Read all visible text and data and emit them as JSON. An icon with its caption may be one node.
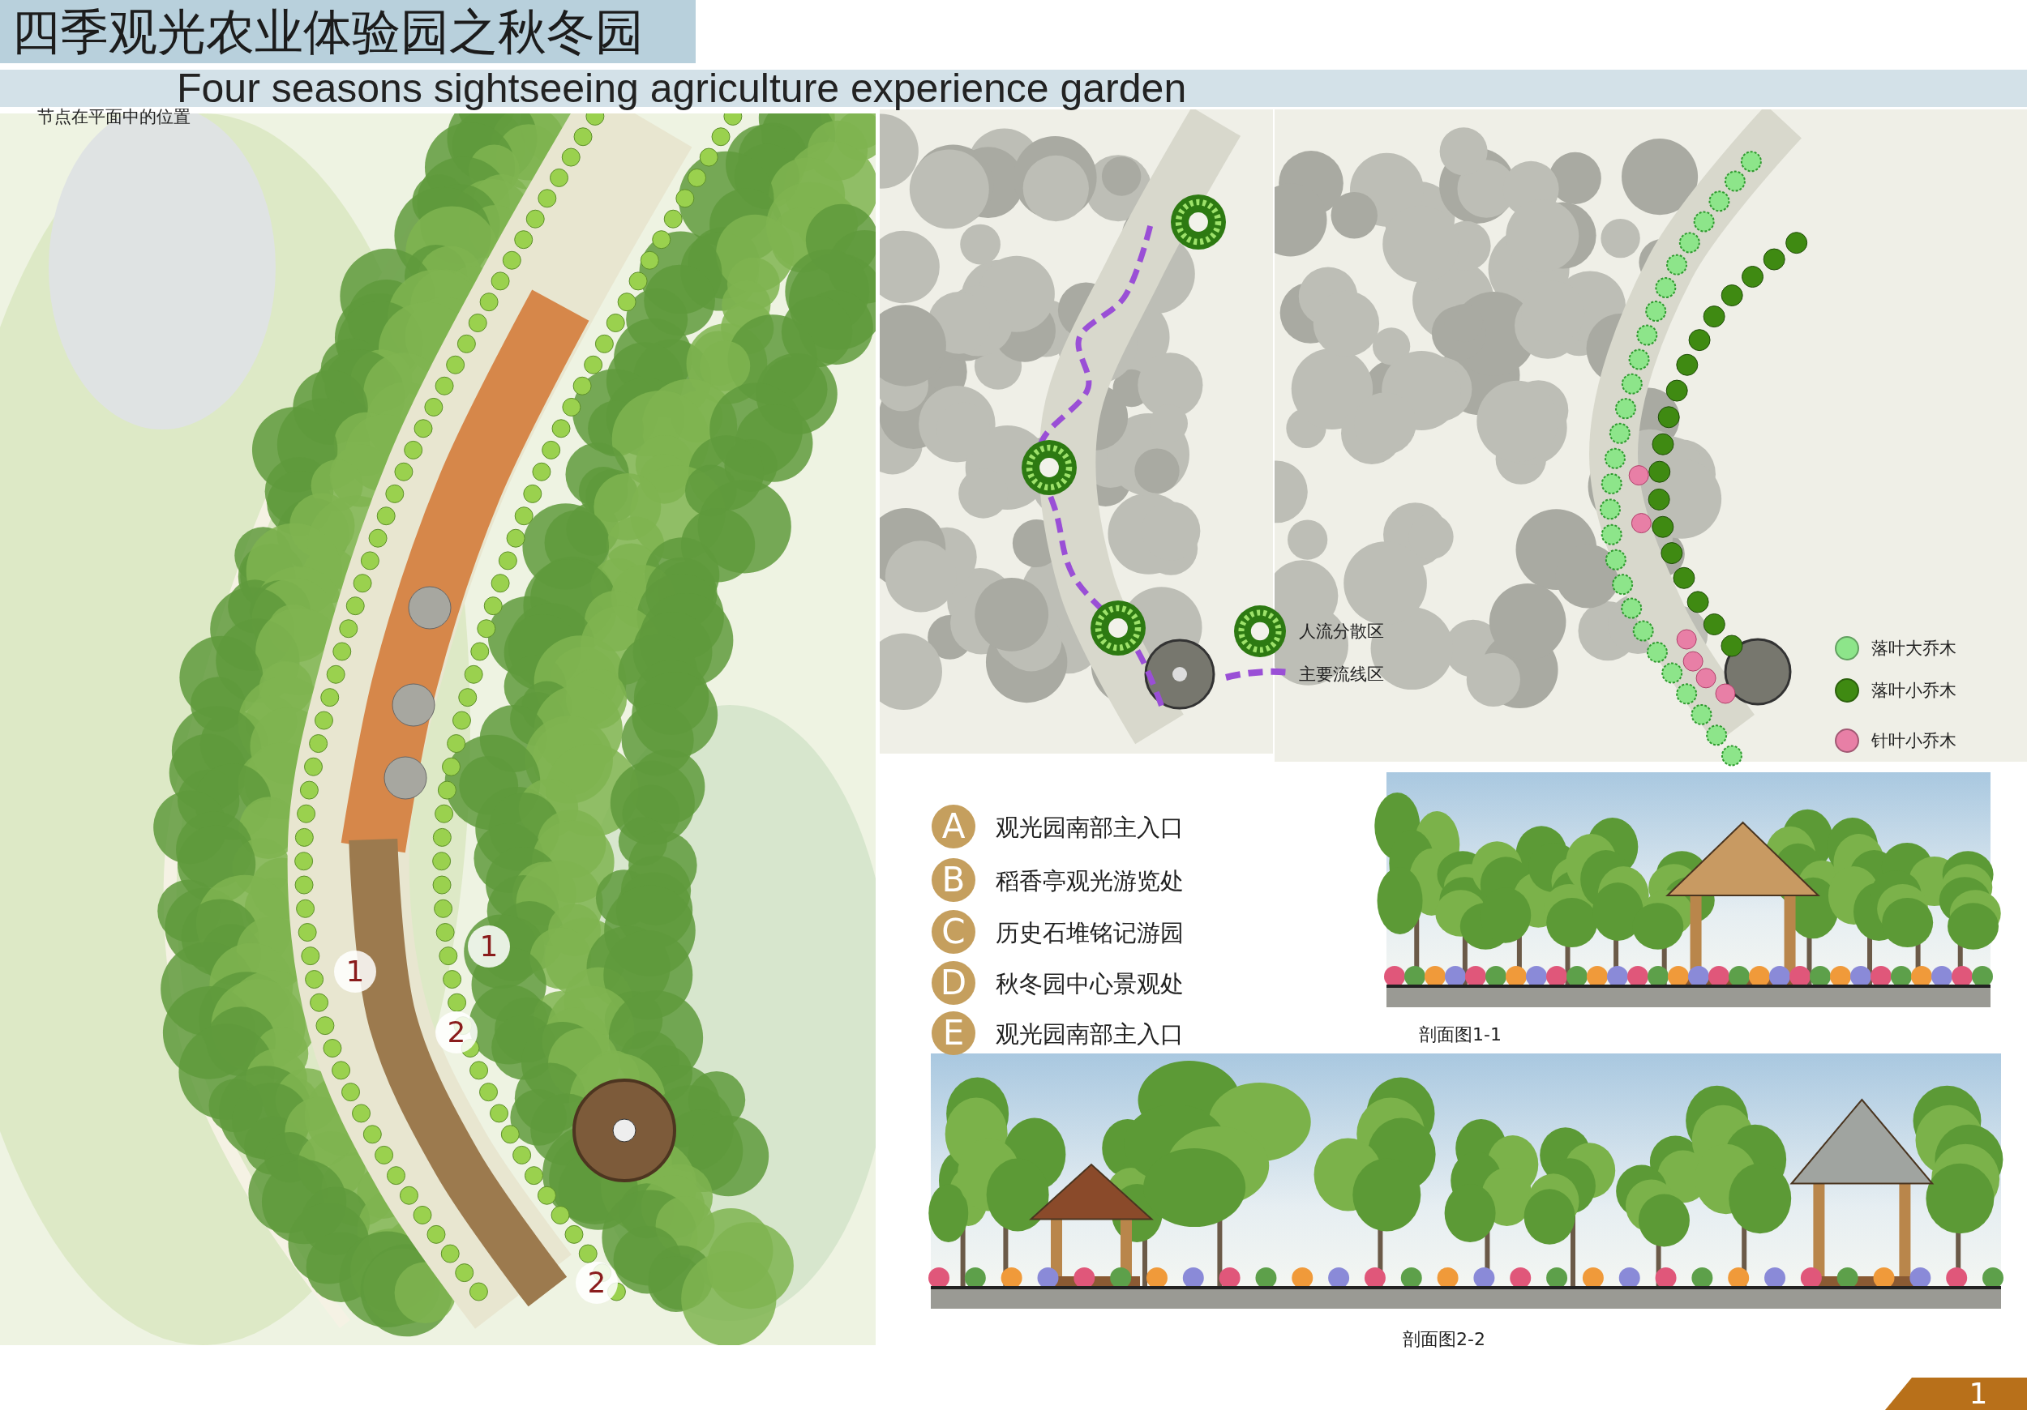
{
  "diagram": {
    "title": "四季观光农业体验园之秋冬园",
    "nodes": [
      {
        "text": [
          "1"
        ]
      },
      {
        "text": [
          "1"
        ]
      },
      {
        "text": [
          "2"
        ]
      },
      {
        "text": [
          "2"
        ]
      },
      {
        "text": [
          "A"
        ],
        "beside": [
          "观光园南部主入口"
        ]
      },
      {
        "text": [
          "B"
        ],
        "beside": [
          "稻香亭观光游览处"
        ]
      },
      {
        "text": [
          "C"
        ],
        "beside": [
          "历史石堆铭记游园"
        ]
      },
      {
        "text": [
          "D"
        ],
        "beside": [
          "秋冬园中心景观处"
        ]
      },
      {
        "text": [
          "E"
        ],
        "beside": [
          "观光园南部主入口"
        ]
      },
      {
        "text": [
          "1"
        ]
      }
    ],
    "labels": [
      "Four seasons sightseeing agriculture experience garden",
      "节点在平面中的位置",
      "剖面图1-1",
      "剖面图2-2"
    ],
    "legend": [
      {
        "text": "人流分散区"
      },
      {
        "text": "主要流线区"
      },
      {
        "text": "落叶大乔木",
        "color": "#8de58a"
      },
      {
        "text": "落叶小乔木",
        "color": "#3f8a12"
      },
      {
        "text": "针叶小乔木",
        "color": "#e87fa6"
      }
    ]
  }
}
